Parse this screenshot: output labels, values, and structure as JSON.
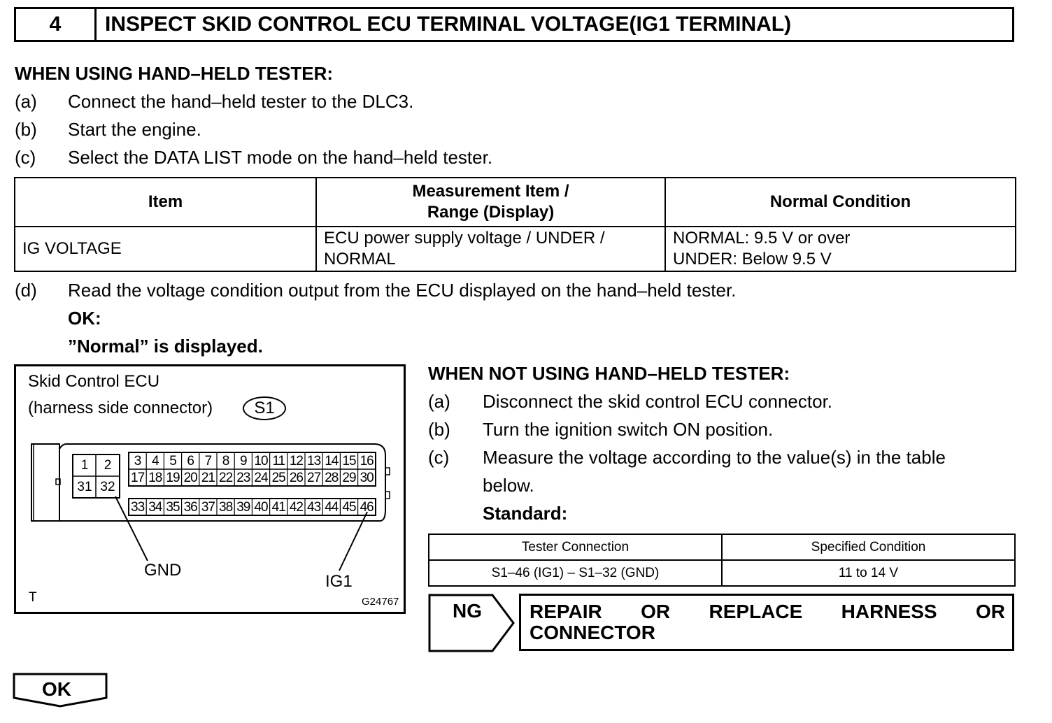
{
  "step": {
    "number": "4",
    "title": "INSPECT SKID CONTROL ECU TERMINAL VOLTAGE(IG1 TERMINAL)"
  },
  "hand_held": {
    "heading": "WHEN USING HAND–HELD TESTER:",
    "steps": [
      {
        "label": "(a)",
        "text": "Connect the hand–held tester to the DLC3."
      },
      {
        "label": "(b)",
        "text": "Start the engine."
      },
      {
        "label": "(c)",
        "text": "Select the DATA LIST mode on the hand–held tester."
      }
    ],
    "table": {
      "headers": [
        "Item",
        "Measurement Item /",
        "Range (Display)",
        "Normal Condition"
      ],
      "row": {
        "item": "IG VOLTAGE",
        "measurement_line1": "ECU power supply voltage / UNDER /",
        "measurement_line2": "NORMAL",
        "condition_line1": "NORMAL: 9.5 V or over",
        "condition_line2": "UNDER: Below 9.5 V"
      }
    },
    "step_d": {
      "label": "(d)",
      "text": "Read the voltage condition output from the ECU displayed on the hand–held tester."
    },
    "ok_label": "OK:",
    "ok_text": "”Normal” is displayed."
  },
  "figure": {
    "title": "Skid Control ECU",
    "subtitle": "(harness side connector)",
    "connector_id": "S1",
    "pins_left": [
      "1",
      "2",
      "31",
      "32"
    ],
    "pins_row1": [
      "3",
      "4",
      "5",
      "6",
      "7",
      "8",
      "9",
      "10",
      "11",
      "12",
      "13",
      "14",
      "15",
      "16"
    ],
    "pins_row2": [
      "17",
      "18",
      "19",
      "20",
      "21",
      "22",
      "23",
      "24",
      "25",
      "26",
      "27",
      "28",
      "29",
      "30"
    ],
    "pins_row3": [
      "33",
      "34",
      "35",
      "36",
      "37",
      "38",
      "39",
      "40",
      "41",
      "42",
      "43",
      "44",
      "45",
      "46"
    ],
    "gnd_label": "GND",
    "ig1_label": "IG1",
    "corner_mark": "T",
    "figure_code": "G24767"
  },
  "not_hand_held": {
    "heading": "WHEN NOT USING HAND–HELD TESTER:",
    "steps": [
      {
        "label": "(a)",
        "text": "Disconnect the skid control ECU connector."
      },
      {
        "label": "(b)",
        "text": "Turn the ignition switch ON position."
      },
      {
        "label": "(c)",
        "text": "Measure the voltage according to the value(s) in the table",
        "text2": "below."
      }
    ],
    "standard_label": "Standard:",
    "table": {
      "headers": [
        "Tester Connection",
        "Specified Condition"
      ],
      "row": [
        "S1–46 (IG1) – S1–32 (GND)",
        "11 to 14 V"
      ]
    }
  },
  "ng": {
    "label": "NG",
    "result_line1": "REPAIR OR REPLACE HARNESS OR",
    "result_line2": "CONNECTOR"
  },
  "ok_button": "OK"
}
